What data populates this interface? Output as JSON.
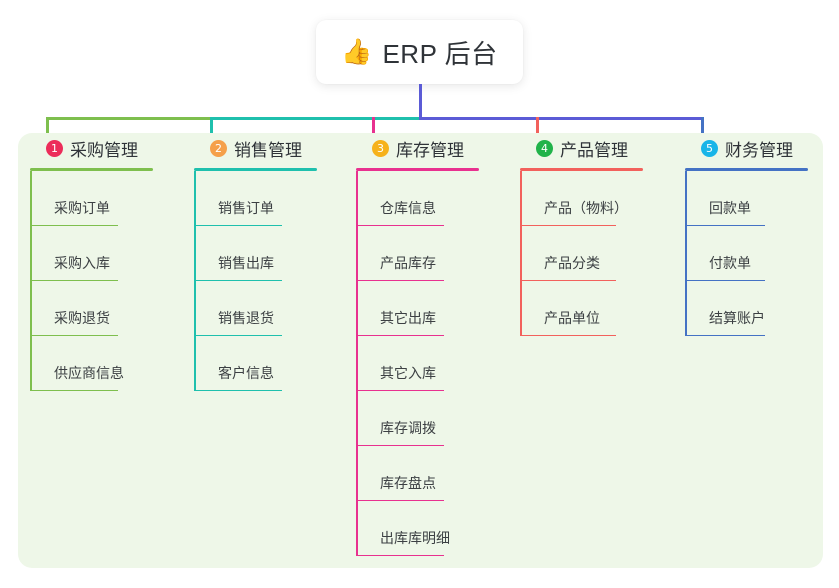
{
  "root": {
    "icon": "thumbs-up-icon",
    "icon_glyph": "👍",
    "title": "ERP 后台"
  },
  "canvas": {
    "background": "#ffffff",
    "panel_background": "#eef7e8"
  },
  "connector": {
    "stem_color": "#5b5bd6",
    "bus_colors": [
      "#7ebf4e",
      "#1fc0ad",
      "#5b5bd6",
      "#5b5bd6"
    ],
    "drop_colors": [
      "#7ebf4e",
      "#1fc0ad",
      "#e8318f",
      "#f2615c",
      "#4472c4"
    ]
  },
  "columns": [
    {
      "index": "1",
      "badge_glyph": "1",
      "badge_color": "#ec2d5a",
      "accent": "#7ebf4e",
      "title": "采购管理",
      "head_rule_width": 123,
      "leaf_rule_width": 88,
      "items": [
        {
          "label": "采购订单"
        },
        {
          "label": "采购入库"
        },
        {
          "label": "采购退货"
        },
        {
          "label": "供应商信息"
        }
      ]
    },
    {
      "index": "2",
      "badge_glyph": "2",
      "badge_color": "#f5a04a",
      "accent": "#1fc0ad",
      "title": "销售管理",
      "head_rule_width": 123,
      "leaf_rule_width": 88,
      "items": [
        {
          "label": "销售订单"
        },
        {
          "label": "销售出库"
        },
        {
          "label": "销售退货"
        },
        {
          "label": "客户信息"
        }
      ]
    },
    {
      "index": "3",
      "badge_glyph": "3",
      "badge_color": "#f6b21b",
      "accent": "#e8318f",
      "title": "库存管理",
      "head_rule_width": 123,
      "leaf_rule_width": 88,
      "items": [
        {
          "label": "仓库信息"
        },
        {
          "label": "产品库存"
        },
        {
          "label": "其它出库"
        },
        {
          "label": "其它入库"
        },
        {
          "label": "库存调拨"
        },
        {
          "label": "库存盘点"
        },
        {
          "label": "出库库明细"
        }
      ]
    },
    {
      "index": "4",
      "badge_glyph": "4",
      "badge_color": "#21b34a",
      "accent": "#f2615c",
      "title": "产品管理",
      "head_rule_width": 123,
      "leaf_rule_width": 96,
      "items": [
        {
          "label": "产品（物料）"
        },
        {
          "label": "产品分类"
        },
        {
          "label": "产品单位"
        }
      ]
    },
    {
      "index": "5",
      "badge_glyph": "5",
      "badge_color": "#19b5e8",
      "accent": "#4472c4",
      "title": "财务管理",
      "head_rule_width": 123,
      "leaf_rule_width": 80,
      "items": [
        {
          "label": "回款单"
        },
        {
          "label": "付款单"
        },
        {
          "label": "结算账户"
        }
      ]
    }
  ]
}
